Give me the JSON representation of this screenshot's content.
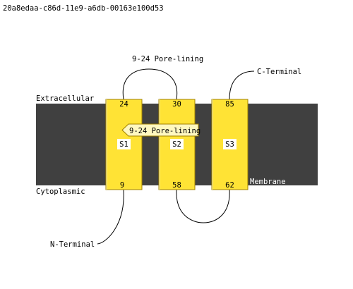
{
  "diagram_id": "20a8edaa-c86d-11e9-a6db-00163e100d53",
  "compartments": {
    "extracellular": "Extracellular",
    "cytoplasmic": "Cytoplasmic",
    "membrane": "Membrane"
  },
  "helices": [
    {
      "label": "S1",
      "start": "24",
      "end": "9"
    },
    {
      "label": "S2",
      "start": "30",
      "end": "58"
    },
    {
      "label": "S3",
      "start": "85",
      "end": "62"
    }
  ],
  "annotations": {
    "loop_label": "9-24 Pore-lining",
    "tooltip_label": "9-24 Pore-lining",
    "n_terminal": "N-Terminal",
    "c_terminal": "C-Terminal"
  },
  "colors": {
    "membrane": "#404040",
    "helix_fill": "#ffe335",
    "helix_stroke": "#a08000",
    "line": "#000000",
    "tooltip_fill": "#fff8c0"
  }
}
